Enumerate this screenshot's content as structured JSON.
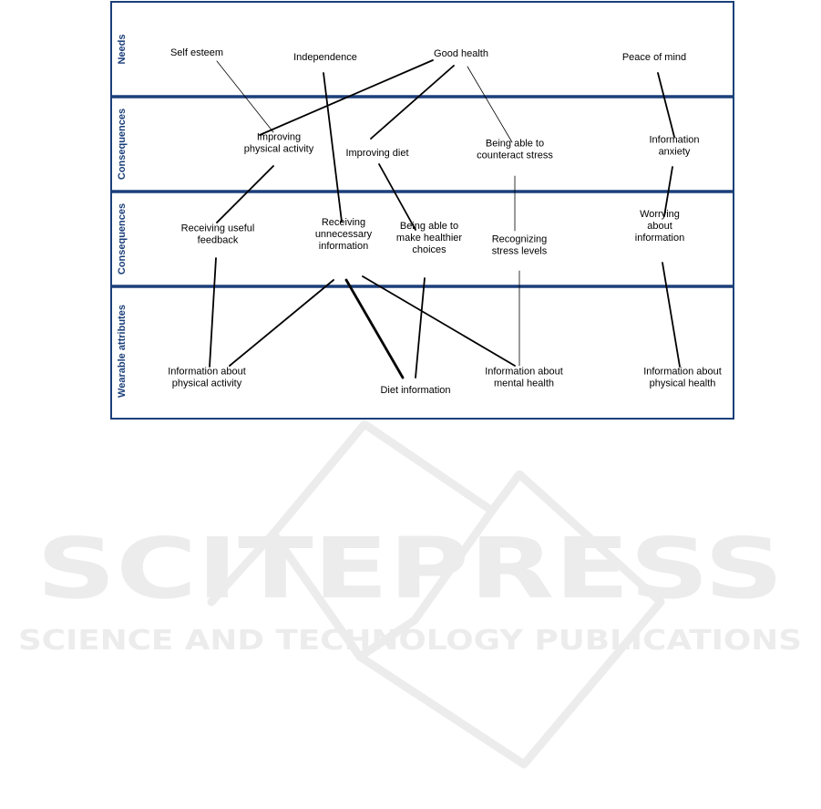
{
  "colors": {
    "frame": "#1b3f7a",
    "separator": "#1b3f7a",
    "row_label": "#1b3f7a",
    "link": "#000000",
    "watermark": "#ececec"
  },
  "rows": [
    {
      "id": "needs",
      "label": "Needs"
    },
    {
      "id": "consequences-upper",
      "label": "Consequences"
    },
    {
      "id": "consequences-lower",
      "label": "Consequences"
    },
    {
      "id": "attributes",
      "label": "Wearable attributes"
    }
  ],
  "nodes": [
    {
      "id": "self-esteem",
      "lines": [
        "Self esteem"
      ]
    },
    {
      "id": "independence",
      "lines": [
        "Independence"
      ]
    },
    {
      "id": "good-health",
      "lines": [
        "Good health"
      ]
    },
    {
      "id": "peace-of-mind",
      "lines": [
        "Peace of mind"
      ]
    },
    {
      "id": "improving-physical-activity",
      "lines": [
        "Improving",
        "physical activity"
      ]
    },
    {
      "id": "improving-diet",
      "lines": [
        "Improving diet"
      ]
    },
    {
      "id": "counteract-stress",
      "lines": [
        "Being able to",
        "counteract stress"
      ]
    },
    {
      "id": "information-anxiety",
      "lines": [
        "Information",
        "anxiety"
      ]
    },
    {
      "id": "useful-feedback",
      "lines": [
        "Receiving useful",
        "feedback"
      ]
    },
    {
      "id": "unnecessary-information",
      "lines": [
        "Receiving",
        "unnecessary",
        "information"
      ]
    },
    {
      "id": "healthier-choices",
      "lines": [
        "Being able to",
        "make healthier",
        "choices"
      ]
    },
    {
      "id": "recognizing-stress",
      "lines": [
        "Recognizing",
        "stress levels"
      ]
    },
    {
      "id": "worrying",
      "lines": [
        "Worrying",
        "about",
        "information"
      ]
    },
    {
      "id": "info-physical-activity",
      "lines": [
        "Information about",
        "physical activity"
      ]
    },
    {
      "id": "diet-information",
      "lines": [
        "Diet information"
      ]
    },
    {
      "id": "info-mental-health",
      "lines": [
        "Information about",
        "mental health"
      ]
    },
    {
      "id": "info-physical-health",
      "lines": [
        "Information about",
        "physical health"
      ]
    }
  ],
  "links": [
    {
      "from": "self-esteem",
      "to": "improving-physical-activity",
      "strength": "weak"
    },
    {
      "from": "independence",
      "to": "unnecessary-information",
      "strength": "medium"
    },
    {
      "from": "good-health",
      "to": "improving-physical-activity",
      "strength": "medium"
    },
    {
      "from": "good-health",
      "to": "improving-diet",
      "strength": "medium"
    },
    {
      "from": "good-health",
      "to": "counteract-stress",
      "strength": "weak"
    },
    {
      "from": "peace-of-mind",
      "to": "information-anxiety",
      "strength": "medium"
    },
    {
      "from": "improving-physical-activity",
      "to": "useful-feedback",
      "strength": "medium"
    },
    {
      "from": "improving-diet",
      "to": "healthier-choices",
      "strength": "medium"
    },
    {
      "from": "counteract-stress",
      "to": "recognizing-stress",
      "strength": "weak"
    },
    {
      "from": "information-anxiety",
      "to": "worrying",
      "strength": "medium"
    },
    {
      "from": "useful-feedback",
      "to": "info-physical-activity",
      "strength": "medium"
    },
    {
      "from": "unnecessary-information",
      "to": "info-physical-activity",
      "strength": "medium"
    },
    {
      "from": "unnecessary-information",
      "to": "diet-information",
      "strength": "strong"
    },
    {
      "from": "unnecessary-information",
      "to": "info-mental-health",
      "strength": "medium"
    },
    {
      "from": "healthier-choices",
      "to": "diet-information",
      "strength": "medium"
    },
    {
      "from": "recognizing-stress",
      "to": "info-mental-health",
      "strength": "weak"
    },
    {
      "from": "worrying",
      "to": "info-physical-health",
      "strength": "medium"
    }
  ],
  "watermark": {
    "title": "SCITEPRESS",
    "subtitle": "SCIENCE AND TECHNOLOGY PUBLICATIONS"
  }
}
